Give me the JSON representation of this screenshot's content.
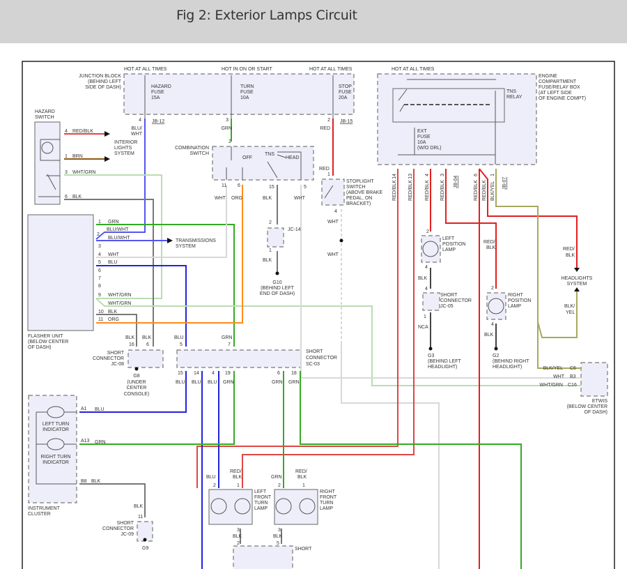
{
  "page": {
    "title": "Fig 2: Exterior Lamps Circuit"
  },
  "colors": {
    "red": "#e02020",
    "red_blk": "#e04545",
    "grn": "#33aa22",
    "blu": "#2222dd",
    "blu_wht": "#5555ee",
    "wht": "#d8d8d8",
    "wht_grn": "#b9ddb0",
    "blk": "#666666",
    "org": "#ff8c1a",
    "brn": "#8b5a14",
    "blk_yel": "#a8a860",
    "box_fill": "#eeeefa"
  },
  "power_labels": {
    "hazard": "HOT AT ALL TIMES",
    "turn": "HOT IN ON OR START",
    "stop": "HOT AT ALL TIMES",
    "engine": "HOT AT ALL TIMES"
  },
  "junction_block": {
    "label": [
      "JUNCTION BLOCK",
      "(BEHIND LEFT",
      "SIDE OF DASH)"
    ],
    "fuses": [
      {
        "name": [
          "HAZARD",
          "FUSE",
          "15A"
        ],
        "pin": "4",
        "wire": [
          "BLU/",
          "WHT"
        ]
      },
      {
        "name": [
          "TURN",
          "FUSE",
          "10A"
        ],
        "pin": "3",
        "wire": [
          "GRN"
        ]
      },
      {
        "name": [
          "STOP",
          "FUSE",
          "20A"
        ],
        "pin": "2",
        "wire": [
          "RED"
        ]
      }
    ],
    "connectors": [
      "JB-12",
      "JB-15"
    ]
  },
  "engine_box": {
    "label": [
      "ENGINE",
      "COMPARTMENT",
      "FUSE/RELAY BOX",
      "(AT LEFT SIDE",
      "OF ENGINE COMPT)"
    ],
    "relay": [
      "TNS",
      "RELAY"
    ],
    "fuse": [
      "EXT",
      "FUSE",
      "10A",
      "(W/O DRL)"
    ],
    "pins": [
      "14",
      "13",
      "4",
      "3",
      "6",
      "1"
    ],
    "wires": [
      "RED/BLK",
      "RED/BLK",
      "RED/BLK",
      "RED/BLK",
      "RED/BLK",
      "RED/BLK",
      "BLK/YEL"
    ],
    "connectors": [
      "JB-04",
      "JB-07"
    ]
  },
  "hazard_switch": {
    "label": [
      "HAZARD",
      "SWITCH"
    ],
    "pins": [
      {
        "pin": "4",
        "wire": "RED/BLK"
      },
      {
        "pin": "1",
        "wire": "BRN"
      },
      {
        "pin": "3",
        "wire": "WHT/GRN"
      },
      {
        "pin": "6",
        "wire": "BLK"
      }
    ],
    "interior_lights": [
      "INTERIOR",
      "LIGHTS",
      "SYSTEM"
    ]
  },
  "combination_switch": {
    "label": [
      "COMBINATION",
      "SWITCH"
    ],
    "positions": [
      "OFF",
      "TNS",
      "HEAD"
    ],
    "pin_in": "2",
    "pins": [
      {
        "pin": "11",
        "wire": "WHT"
      },
      {
        "pin": "6",
        "wire": "ORG"
      },
      {
        "pin": "15",
        "wire": "BLK"
      },
      {
        "pin": "5",
        "wire": "WHT"
      }
    ]
  },
  "stoplight_switch": {
    "label": [
      "STOPLIGHT",
      "SWITCH",
      "(ABOVE BRAKE",
      "PEDAL, ON",
      "BRACKET)"
    ],
    "wire_in": "RED",
    "pin_in": "1",
    "pin_out": "4",
    "wire_out": "WHT",
    "wire_out2": "WHT"
  },
  "jc14": {
    "label": "JC-14",
    "pin_top": "2",
    "pin_bot": "1",
    "wire": "BLK",
    "ground": [
      "G10",
      "(BEHIND LEFT",
      "END OF DASH)"
    ]
  },
  "flasher": {
    "label": [
      "FLASHER UNIT",
      "(BELOW CENTER",
      "OF DASH)"
    ],
    "pins": [
      {
        "pin": "1",
        "wire": "GRN"
      },
      {
        "pin": "2",
        "wire": "BLU/WHT",
        "wire2": "BLU/WHT"
      },
      {
        "pin": "3",
        "wire": ""
      },
      {
        "pin": "4",
        "wire": "WHT"
      },
      {
        "pin": "5",
        "wire": "BLU"
      },
      {
        "pin": "6",
        "wire": ""
      },
      {
        "pin": "7",
        "wire": ""
      },
      {
        "pin": "8",
        "wire": ""
      },
      {
        "pin": "9",
        "wire": "WHT/GRN",
        "wire2": "WHT/GRN"
      },
      {
        "pin": "10",
        "wire": "BLK"
      },
      {
        "pin": "11",
        "wire": "ORG"
      }
    ],
    "transmission": [
      "TRANSMISSIONS",
      "SYSTEM"
    ]
  },
  "jc08": {
    "label": [
      "SHORT",
      "CONNECTOR",
      "JC-08"
    ],
    "pins": [
      {
        "pin": "16",
        "wire": "BLK"
      },
      {
        "pin": "6",
        "wire": "BLK"
      }
    ],
    "ground": [
      "G8",
      "(UNDER",
      "CENTER",
      "CONSOLE)"
    ]
  },
  "sc03": {
    "label": [
      "SHORT",
      "CONNECTOR",
      "SC-03"
    ],
    "in": [
      {
        "pin": "5",
        "wire": "BLU"
      },
      {
        "pin": "7",
        "wire": "GRN"
      }
    ],
    "out": [
      {
        "pin": "15",
        "wire": "BLU"
      },
      {
        "pin": "14",
        "wire": "BLU"
      },
      {
        "pin": "4",
        "wire": "BLU"
      },
      {
        "pin": "19",
        "wire": "GRN"
      },
      {
        "pin": "6",
        "wire": "GRN"
      },
      {
        "pin": "18",
        "wire": "GRN"
      }
    ]
  },
  "left_position_lamp": {
    "label": [
      "LEFT",
      "POSITION",
      "LAMP"
    ],
    "pin_top": "2",
    "pin_bot": "4",
    "wire": "BLK"
  },
  "jc05": {
    "label": [
      "SHORT",
      "CONNECTOR",
      "JC-05"
    ],
    "pin_top": "4",
    "pin_bot": "1",
    "wire": "NCA",
    "ground": [
      "G3",
      "(BEHIND LEFT",
      "HEADLIGHT)"
    ]
  },
  "right_position_lamp": {
    "label": [
      "RIGHT",
      "POSITION",
      "LAMP"
    ],
    "wire_in": [
      "RED/",
      "BLK"
    ],
    "pin_top": "2",
    "pin_bot": "4",
    "wire": "BLK",
    "ground": [
      "G2",
      "(BEHIND RIGHT",
      "HEADLIGHT)"
    ]
  },
  "headlights": {
    "label": [
      "HEADLIGHTS",
      "SYSTEM"
    ],
    "wire_in": [
      "RED/",
      "BLK"
    ],
    "wire_out": [
      "BLK/",
      "YEL"
    ]
  },
  "etwis": {
    "label": [
      "ETWIS",
      "(BELOW CENTER",
      "OF DASH)"
    ],
    "pins": [
      {
        "pin": "C6",
        "wire": "BLK/YEL"
      },
      {
        "pin": "B3",
        "wire": "WHT"
      },
      {
        "pin": "C16",
        "wire": "WHT/GRN"
      }
    ]
  },
  "instrument_cluster": {
    "label": [
      "INSTRUMENT",
      "CLUSTER"
    ],
    "indicators": [
      [
        "LEFT TURN",
        "INDICATOR"
      ],
      [
        "RIGHT TURN",
        "INDICATOR"
      ]
    ],
    "pins": [
      {
        "pin": "A1",
        "wire": "BLU"
      },
      {
        "pin": "A13",
        "wire": "GRN"
      },
      {
        "pin": "B8",
        "wire": "BLK"
      }
    ]
  },
  "jc09": {
    "label": [
      "SHORT",
      "CONNECTOR",
      "JC-09"
    ],
    "wire": "BLK",
    "pin": "11",
    "ground": "G9"
  },
  "left_front_turn": {
    "label": [
      "LEFT",
      "FRONT",
      "TURN",
      "LAMP"
    ],
    "pins": [
      "2",
      "1",
      "3"
    ],
    "wires": [
      "BLU",
      "RED/",
      "BLK",
      "BLK"
    ],
    "bottom_pin": "2"
  },
  "right_front_turn": {
    "label": [
      "RIGHT",
      "FRONT",
      "TURN",
      "LAMP"
    ],
    "pins": [
      "2",
      "1",
      "3"
    ],
    "wires": [
      "GRN",
      "RED/",
      "BLK",
      "BLK"
    ],
    "bottom_pin": "5"
  },
  "bottom_connector": {
    "label": "SHORT"
  }
}
